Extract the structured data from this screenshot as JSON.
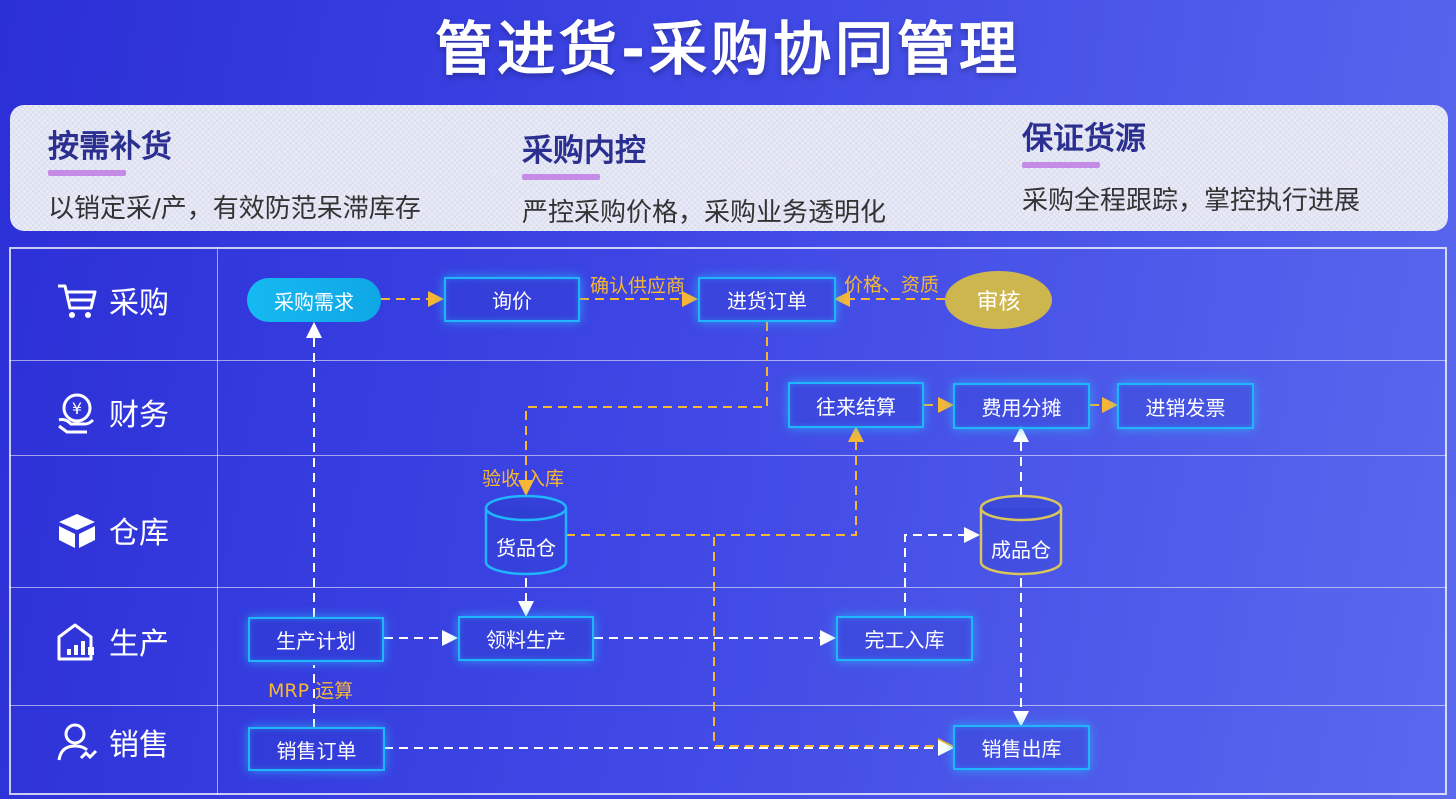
{
  "title": "管进货-采购协同管理",
  "features": [
    {
      "heading": "按需补货",
      "desc": "以销定采/产，有效防范呆滞库存"
    },
    {
      "heading": "采购内控",
      "desc": "严控采购价格，采购业务透明化"
    },
    {
      "heading": "保证货源",
      "desc": "采购全程跟踪，掌控执行进展"
    }
  ],
  "lanes": [
    {
      "label": "采购",
      "icon": "cart-icon"
    },
    {
      "label": "财务",
      "icon": "finance-icon"
    },
    {
      "label": "仓库",
      "icon": "box-icon"
    },
    {
      "label": "生产",
      "icon": "factory-icon"
    },
    {
      "label": "销售",
      "icon": "sales-person-icon"
    }
  ],
  "nodes": {
    "demand": "采购需求",
    "inquiry": "询价",
    "po": "进货订单",
    "audit": "审核",
    "settle": "往来结算",
    "alloc": "费用分摊",
    "invoice": "进销发票",
    "goods_wh": "货品仓",
    "finished_wh": "成品仓",
    "plan": "生产计划",
    "material": "领料生产",
    "complete": "完工入库",
    "sales_order": "销售订单",
    "sales_out": "销售出库"
  },
  "edge_labels": {
    "confirm_supplier": "确认供应商",
    "price_quality": "价格、资质",
    "inspect": "验收 入库",
    "mrp": "MRP 运算"
  },
  "colors": {
    "accent_orange": "#f7b733",
    "node_border": "#1fb6ff",
    "audit_fill": "#cdb64d",
    "finished_wh": "#d8c55c"
  }
}
